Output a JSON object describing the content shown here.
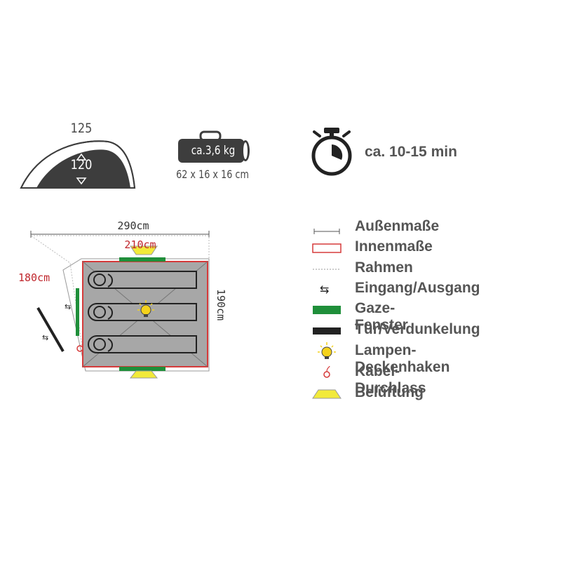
{
  "dome": {
    "outer_height": "125",
    "inner_height": "120"
  },
  "pack": {
    "weight": "ca.3,6 kg",
    "dimensions": "62 x 16 x 16 cm"
  },
  "setup": {
    "time": "ca. 10-15 min",
    "icon": "stopwatch-icon"
  },
  "floorplan": {
    "outer_width": "290cm",
    "inner_width": "210cm",
    "inner_depth": "180cm",
    "outer_depth": "190cm"
  },
  "legend": {
    "items": [
      {
        "label": "Außenmaße",
        "icon": "outer-dimension-icon"
      },
      {
        "label": "Innenmaße",
        "icon": "inner-dimension-icon"
      },
      {
        "label": "Rahmen",
        "icon": "frame-icon"
      },
      {
        "label": "Eingang/Ausgang",
        "icon": "entrance-arrows-icon"
      },
      {
        "label": "Gaze-Fenster",
        "icon": "mesh-window-icon"
      },
      {
        "label": "Tür/Verdunkelung",
        "icon": "door-blackout-icon"
      },
      {
        "label": "Lampen-Deckenhaken",
        "icon": "lamp-hook-icon"
      },
      {
        "label": "Kabel-Durchlass",
        "icon": "cable-port-icon"
      },
      {
        "label": "Belüftung",
        "icon": "ventilation-icon"
      }
    ]
  },
  "colors": {
    "dark": "#3d3d3d",
    "mesh_green": "#1f8f3a",
    "vent_yellow": "#f2ea3a",
    "inner_red": "#d63a3a",
    "lamp_yellow": "#f5d21c"
  }
}
